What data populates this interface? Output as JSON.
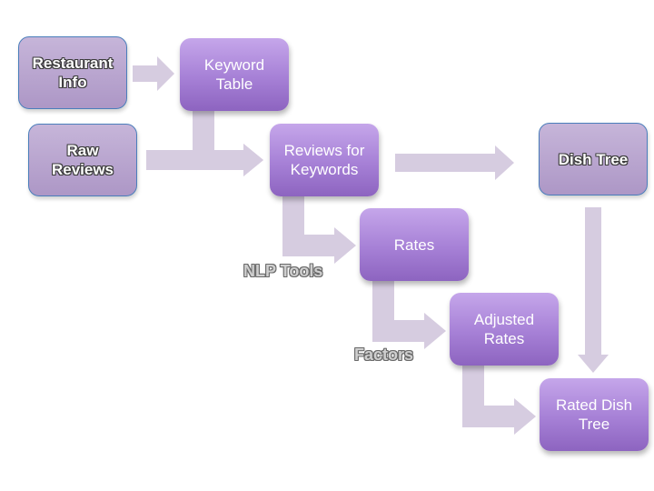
{
  "nodes": {
    "restaurant_info": "Restaurant\nInfo",
    "raw_reviews": "Raw\nReviews",
    "keyword_table": "Keyword\nTable",
    "reviews_for_keywords": "Reviews for\nKeywords",
    "dish_tree": "Dish Tree",
    "rates": "Rates",
    "adjusted_rates": "Adjusted\nRates",
    "rated_dish_tree": "Rated Dish\nTree"
  },
  "labels": {
    "nlp_tools": "NLP Tools",
    "factors": "Factors"
  },
  "colors": {
    "arrow_fill": "#d6cce0",
    "light_box": "#b8a5cf",
    "purple_box": "#a680d6",
    "light_box_border": "#4a7ebb"
  }
}
